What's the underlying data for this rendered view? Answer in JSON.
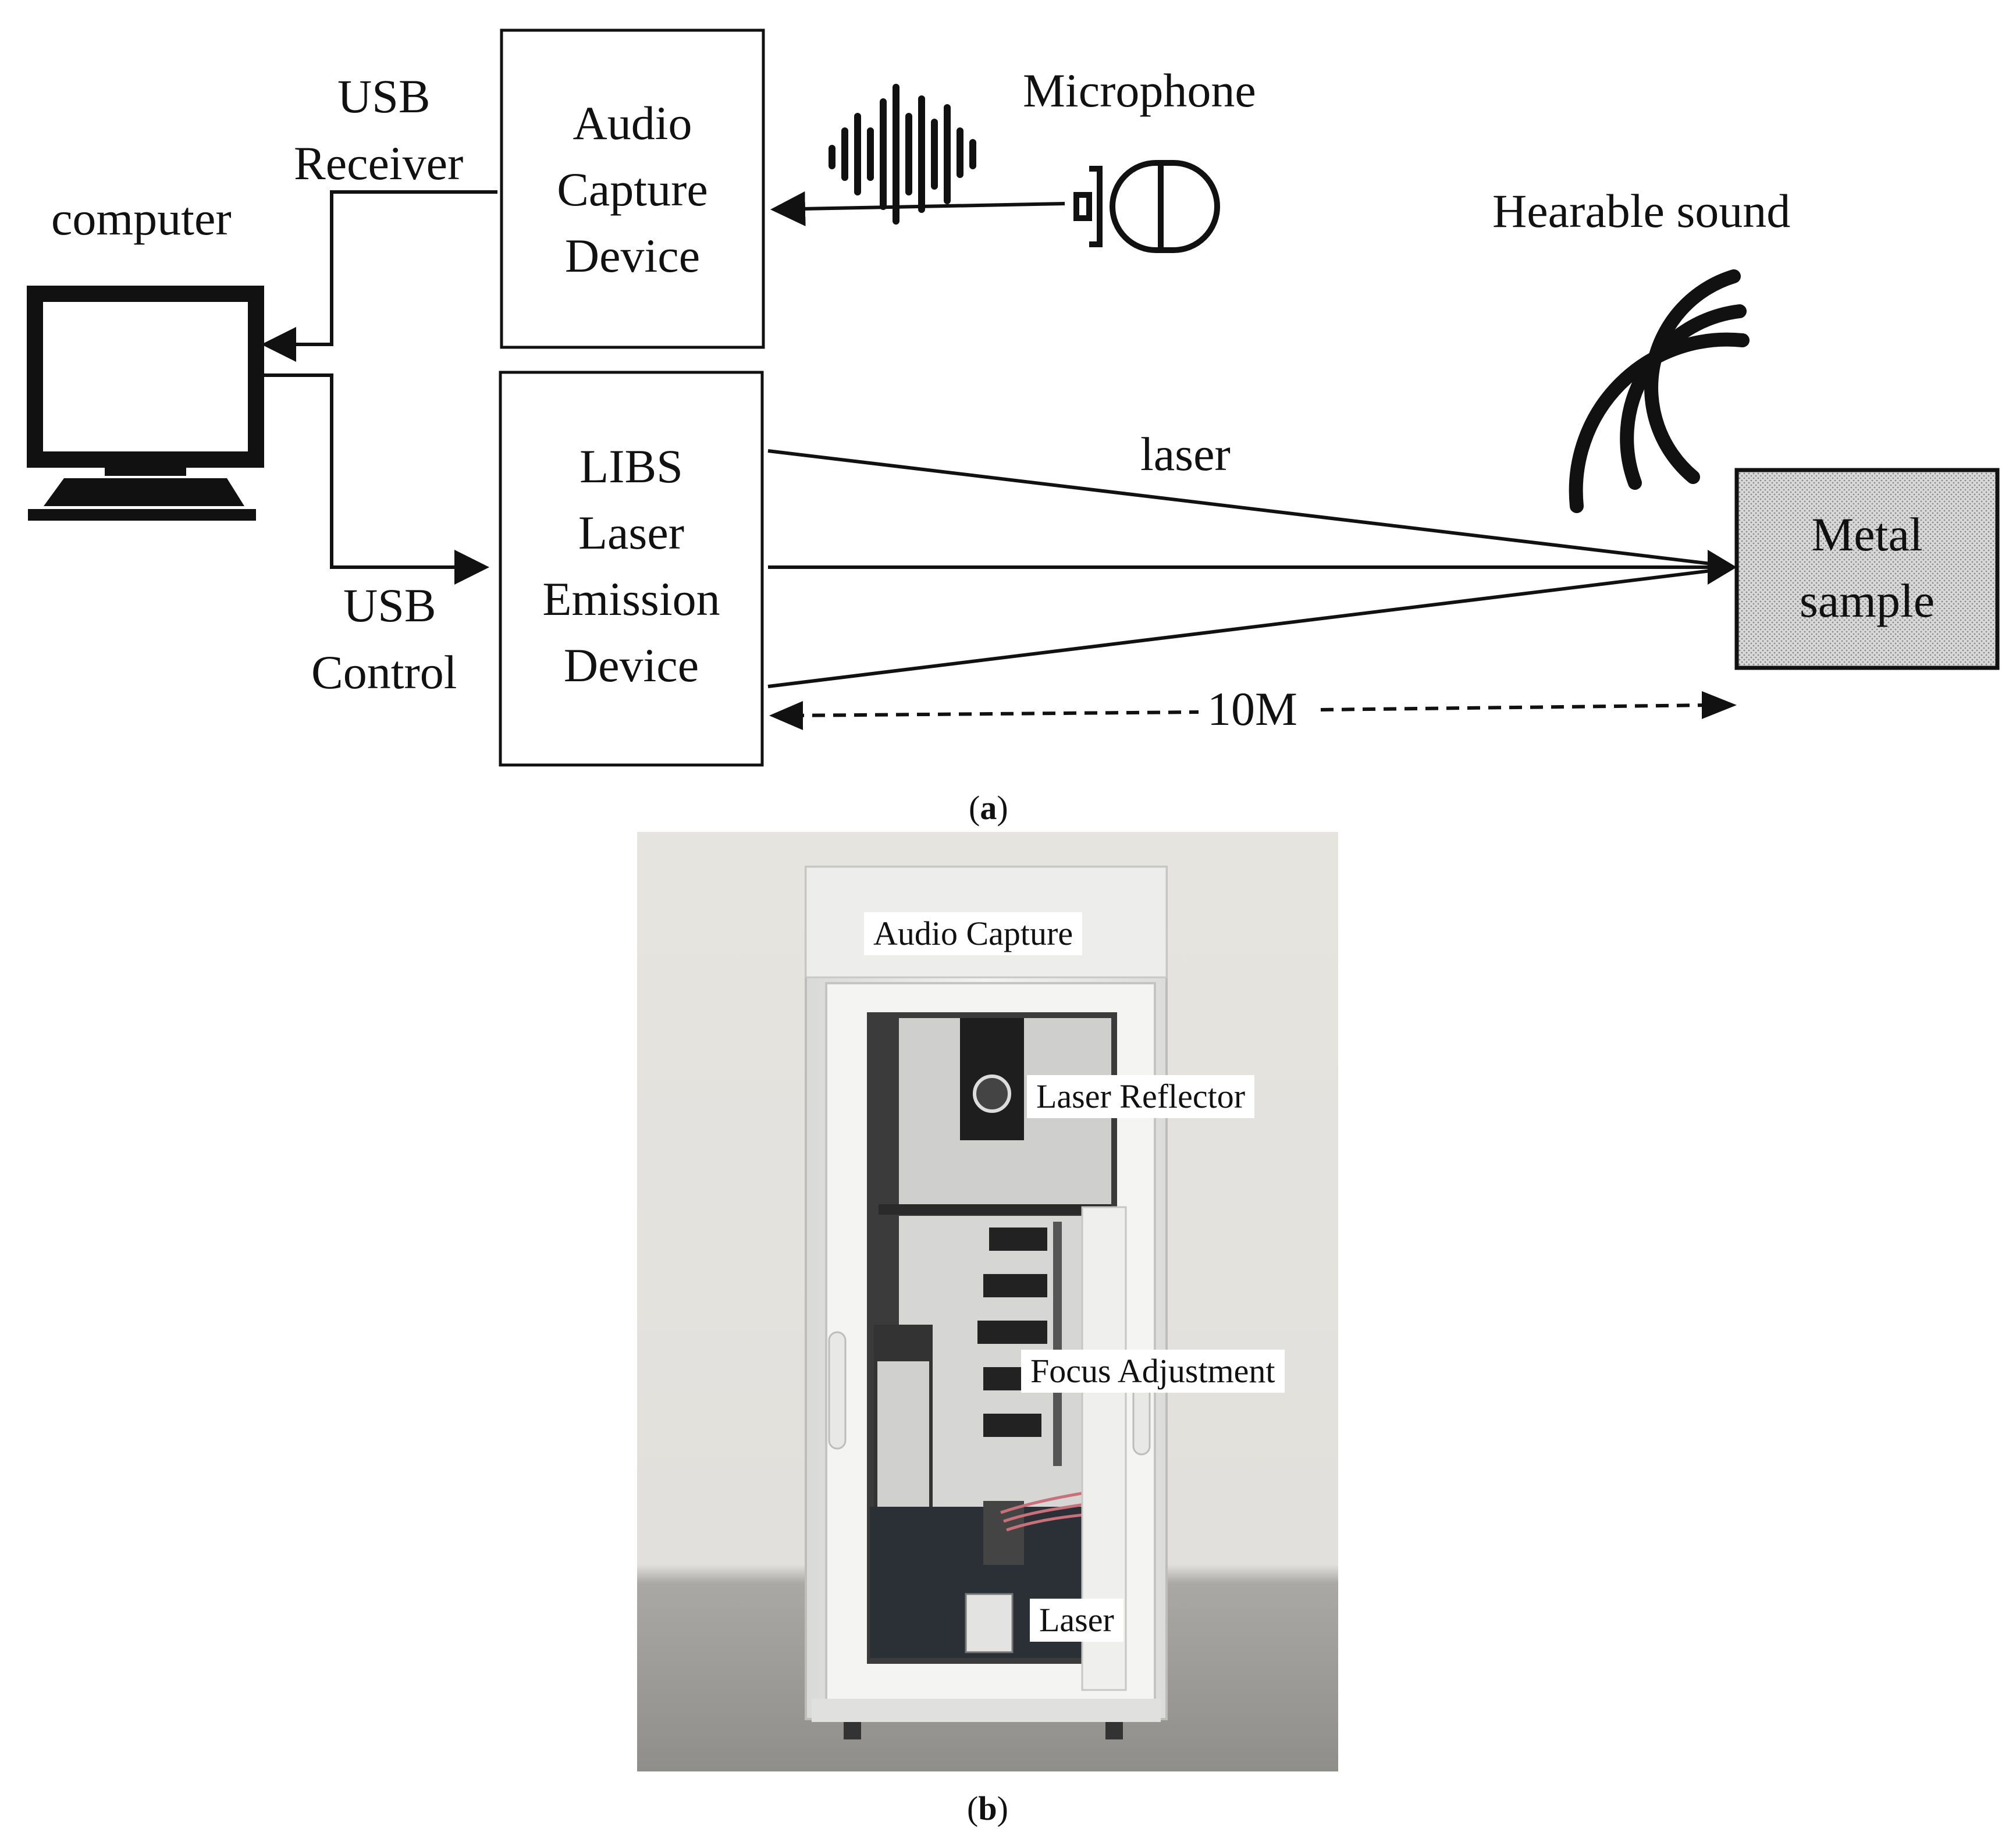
{
  "diagram_a": {
    "computer_label": "computer",
    "usb_receiver_lines": [
      "USB",
      "Receiver"
    ],
    "usb_control_lines": [
      "USB",
      "Control"
    ],
    "audio_capture_device_lines": [
      "Audio",
      "Capture",
      "Device"
    ],
    "libs_device_lines": [
      "LIBS",
      "Laser",
      "Emission",
      "Device"
    ],
    "microphone_label": "Microphone",
    "hearable_sound_label": "Hearable sound",
    "laser_label": "laser",
    "distance_label": "10M",
    "metal_sample_lines": [
      "Metal",
      "sample"
    ],
    "caption": {
      "open": "(",
      "letter": "a",
      "close": ")"
    }
  },
  "photo_b": {
    "labels": {
      "audio_capture": "Audio Capture",
      "laser_reflector": "Laser Reflector",
      "focus_adjustment": "Focus Adjustment",
      "laser": "Laser"
    },
    "caption": {
      "open": "(",
      "letter": "b",
      "close": ")"
    }
  }
}
